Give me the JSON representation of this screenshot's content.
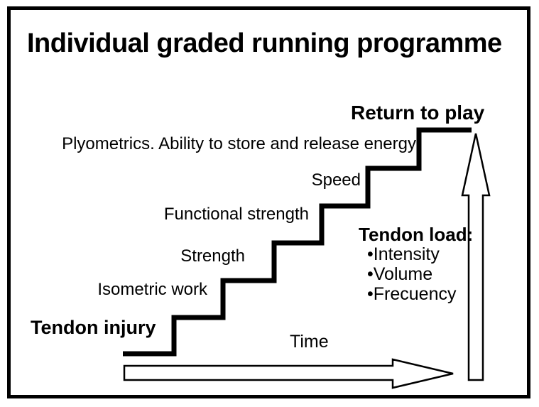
{
  "title": "Individual graded running programme",
  "diagram": {
    "start_label": "Tendon injury",
    "end_label": "Return to play",
    "steps": [
      "Isometric work",
      "Strength",
      "Functional strength",
      "Speed",
      "Plyometrics. Ability to store and release energy"
    ],
    "x_axis_label": "Time",
    "side_panel": {
      "heading": "Tendon load:",
      "bullet_char": "•",
      "bullets": [
        "Intensity",
        "Volume",
        "Frecuency"
      ]
    }
  },
  "colors": {
    "ink": "#000000",
    "background": "#ffffff"
  }
}
